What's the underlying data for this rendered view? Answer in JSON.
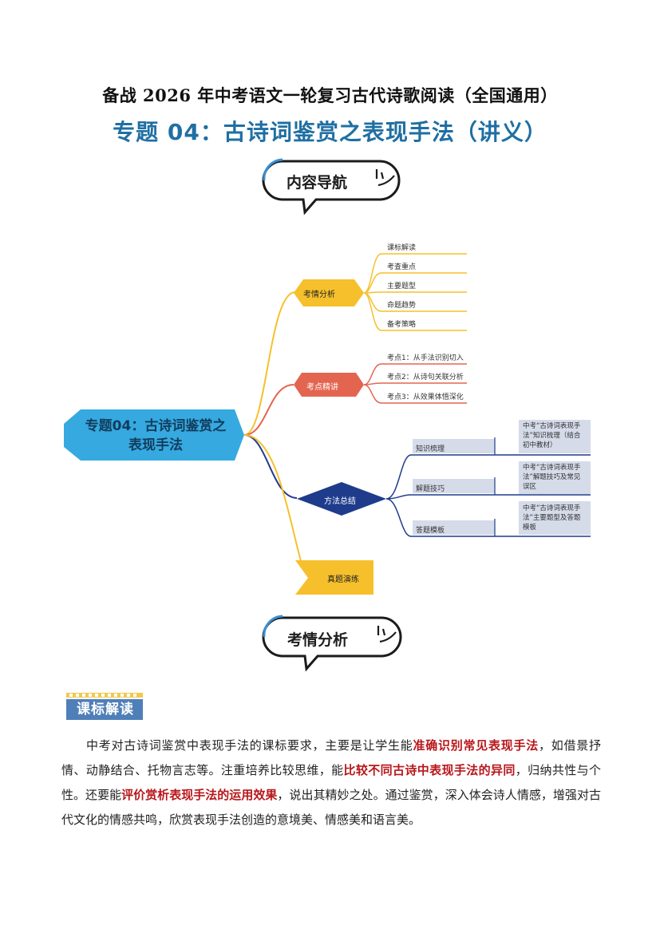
{
  "doc": {
    "title_line1": "备战 2026 年中考语文一轮复习古代诗歌阅读（全国通用）",
    "title_line2": "专题 04：古诗词鉴赏之表现手法（讲义）"
  },
  "nav_bubble": {
    "label": "内容导航"
  },
  "mindmap": {
    "root": {
      "line1": "专题04：古诗词鉴赏之",
      "line2": "表现手法"
    },
    "branch1": {
      "label": "考情分析",
      "items": [
        "课标解读",
        "考查重点",
        "主要题型",
        "命题趋势",
        "备考策略"
      ]
    },
    "branch2": {
      "label": "考点精讲",
      "items": [
        "考点1：从手法识别切入",
        "考点2：从诗句关联分析",
        "考点3：从效果体悟深化"
      ]
    },
    "branch3": {
      "label": "方法总结",
      "items": [
        "知识梳理",
        "解题技巧",
        "答题模板"
      ],
      "notes": [
        [
          "中考“古诗词表现手",
          "法”知识梳理（结合",
          "初中教材）"
        ],
        [
          "中考“古诗词表现手",
          "法”解题技巧及常见",
          "误区"
        ],
        [
          "中考“古诗词表现手",
          "法”主要题型及答题",
          "模板"
        ]
      ]
    },
    "branch4": {
      "label": "真题演练"
    }
  },
  "section_bubble": {
    "label": "考情分析"
  },
  "section_tag": {
    "label": "课标解读"
  },
  "paragraph": {
    "p1": "中考对古诗词鉴赏中表现手法的课标要求，主要是让学生能",
    "h1": "准确识别常见表现手法",
    "p2": "，如借景抒情、动静结合、托物言志等。注重培养比较思维，能",
    "h2": "比较不同古诗中表现手法的异同",
    "p3": "，归纳共性与个性。还要能",
    "h3": "评价赏析表现手法的运用效果",
    "p4": "，说出其精妙之处。通过鉴赏，深入体会诗人情感，增强对古代文化的情感共鸣，欣赏表现手法创造的意境美、情感美和语言美。"
  },
  "colors": {
    "title_blue": "#1f6fa3",
    "highlight_red": "#b8161a",
    "branch1": "#f6c02c",
    "branch2": "#e3654f",
    "branch3": "#1f3c8c",
    "root_fill": "#35a9e0"
  }
}
